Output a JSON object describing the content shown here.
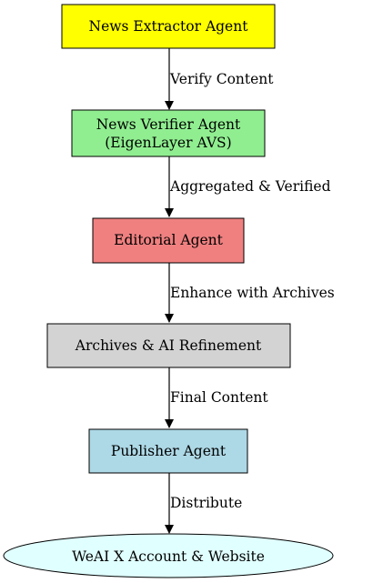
{
  "nodes": {
    "extractor": {
      "label": "News Extractor Agent",
      "fill": "#ffff00"
    },
    "verifier": {
      "label_line1": "News Verifier Agent",
      "label_line2": "(EigenLayer AVS)",
      "fill": "#90ee90"
    },
    "editorial": {
      "label": "Editorial Agent",
      "fill": "#f08080"
    },
    "archives": {
      "label": "Archives & AI Refinement",
      "fill": "#d3d3d3"
    },
    "publisher": {
      "label": "Publisher Agent",
      "fill": "#add8e6"
    },
    "output": {
      "label": "WeAI X Account & Website",
      "fill": "#e0ffff"
    }
  },
  "edges": {
    "verify": {
      "label": "Verify Content"
    },
    "aggregated": {
      "label": "Aggregated & Verified"
    },
    "enhance": {
      "label": "Enhance with Archives"
    },
    "final": {
      "label": "Final Content"
    },
    "distribute": {
      "label": "Distribute"
    }
  }
}
